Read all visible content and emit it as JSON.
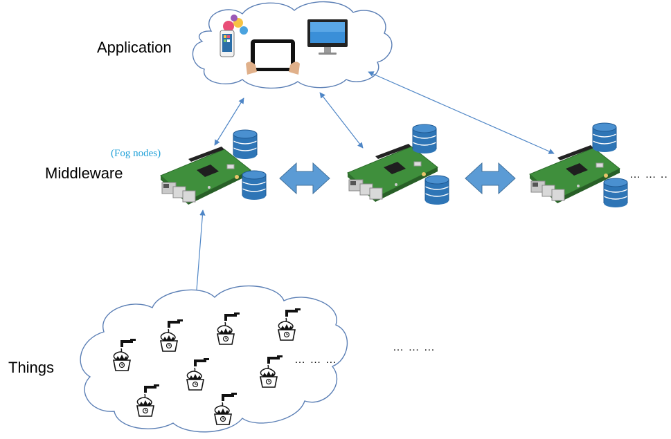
{
  "labels": {
    "application": "Application",
    "middleware": "Middleware",
    "fog_nodes": "(Fog nodes)",
    "things": "Things"
  },
  "ellipses": {
    "middleware_more": "… … ..",
    "things_inner": "… … …",
    "things_outer": "… … …"
  },
  "colors": {
    "cloud_stroke": "#5b7fb5",
    "arrow_blue": "#4f86c6",
    "arrow_fill": "#5b9bd5",
    "db_blue": "#2e75b6",
    "board_green": "#3e8e3a",
    "fog_label": "#1ea0d8"
  },
  "icons": {
    "application_devices": [
      "smartphone-icon",
      "tablet-icon",
      "monitor-icon"
    ],
    "middleware_node": [
      "raspberry-pi-icon",
      "database-icon"
    ],
    "thing": "smart-faucet-plant-icon"
  }
}
